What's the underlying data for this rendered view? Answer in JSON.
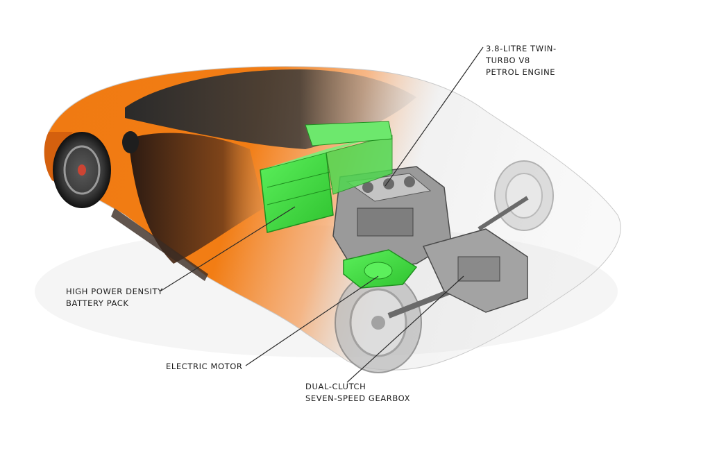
{
  "callouts": {
    "engine": {
      "lines": [
        "3.8-LITRE TWIN-",
        "TURBO V8",
        "PETROL ENGINE"
      ]
    },
    "battery": {
      "lines": [
        "HIGH POWER DENSITY",
        "BATTERY PACK"
      ]
    },
    "motor": {
      "lines": [
        "ELECTRIC MOTOR"
      ]
    },
    "gearbox": {
      "lines": [
        "DUAL-CLUTCH",
        "SEVEN-SPEED GEARBOX"
      ]
    }
  },
  "colors": {
    "body_orange": "#f07a12",
    "body_orange_dark": "#c9500a",
    "highlight_green": "#3fe23f",
    "mechanical_grey": "#8a8a8a",
    "leader_line": "#2a2a2a"
  }
}
